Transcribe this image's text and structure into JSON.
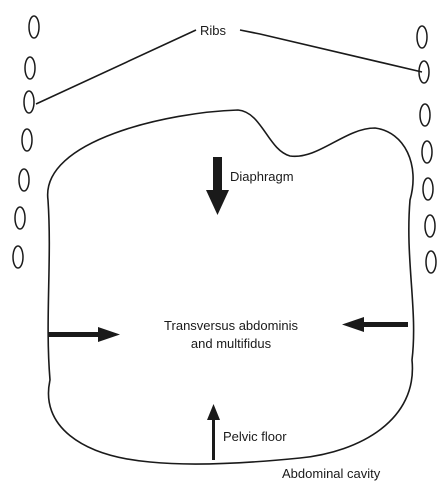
{
  "labels": {
    "ribs": "Ribs",
    "diaphragm": "Diaphragm",
    "transversus_line1": "Transversus abdominis",
    "transversus_line2": "and multifidus",
    "pelvic_floor": "Pelvic floor",
    "abdominal_cavity": "Abdominal cavity"
  },
  "colors": {
    "ink": "#1a1a1a",
    "background": "#ffffff"
  },
  "ribs": {
    "left_count": 7,
    "right_count": 7
  }
}
